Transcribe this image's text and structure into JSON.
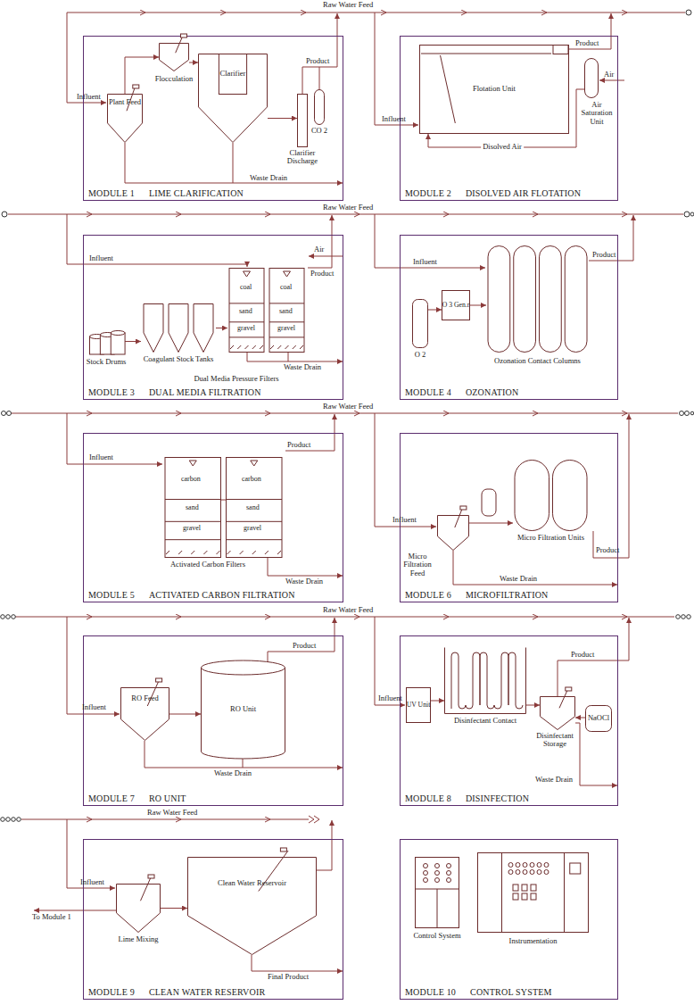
{
  "diagram": {
    "nodes": [
      {
        "text": [
          "MODULE 1",
          "LIME CLARIFICATION"
        ]
      },
      {
        "text": [
          "Plant Feed"
        ],
        "in": 0
      },
      {
        "text": [
          "Flocculation"
        ],
        "in": 0
      },
      {
        "text": [
          "Clarifier"
        ],
        "in": 0
      },
      {
        "text": [
          "Clarifier Discharge"
        ],
        "in": 0
      },
      {
        "text": [
          "CO 2"
        ],
        "in": 0
      },
      {
        "text": [
          "MODULE 2",
          "DISOLVED AIR FLOTATION"
        ]
      },
      {
        "text": [
          "Flotation Unit"
        ],
        "in": 6
      },
      {
        "text": [
          "Air Saturation Unit"
        ],
        "in": 6
      },
      {
        "text": [
          "MODULE 3",
          "DUAL MEDIA FILTRATION"
        ]
      },
      {
        "text": [
          "Stock Drums"
        ],
        "in": 9
      },
      {
        "text": [
          "Coagulant Stock Tanks"
        ],
        "in": 9
      },
      {
        "text": [
          "Dual Media Pressure Filters"
        ],
        "in": 9
      },
      {
        "text": [
          "MODULE 4",
          "OZONATION"
        ]
      },
      {
        "text": [
          "O 2"
        ],
        "in": 13
      },
      {
        "text": [
          "O 3 Gen.r"
        ],
        "in": 13
      },
      {
        "text": [
          "Ozonation Contact Columns"
        ],
        "in": 13
      },
      {
        "text": [
          "MODULE 5",
          "ACTIVATED CARBON FILTRATION"
        ]
      },
      {
        "text": [
          "Activated Carbon Filters"
        ],
        "in": 17
      },
      {
        "text": [
          "MODULE 6",
          "MICROFILTRATION"
        ]
      },
      {
        "text": [
          "Micro Filtration Feed"
        ],
        "in": 19
      },
      {
        "text": [
          "Micro Filtration Units"
        ],
        "in": 19
      },
      {
        "text": [
          "MODULE 7",
          "RO UNIT"
        ]
      },
      {
        "text": [
          "RO Feed"
        ],
        "in": 22
      },
      {
        "text": [
          "RO Unit"
        ],
        "in": 22
      },
      {
        "text": [
          "MODULE 8",
          "DISINFECTION"
        ]
      },
      {
        "text": [
          "UV Unit"
        ],
        "in": 25
      },
      {
        "text": [
          "Disinfectant Contact"
        ],
        "in": 25
      },
      {
        "text": [
          "Disinfectant Storage"
        ],
        "in": 25
      },
      {
        "text": [
          "NaOCl"
        ],
        "in": 25
      },
      {
        "text": [
          "MODULE 9",
          "CLEAN WATER RESERVOIR"
        ]
      },
      {
        "text": [
          "Lime Mixing"
        ],
        "in": 30
      },
      {
        "text": [
          "Clean Water Reservoir"
        ],
        "in": 30
      },
      {
        "text": [
          "MODULE 10",
          "CONTROL SYSTEM"
        ]
      },
      {
        "text": [
          "Control System"
        ],
        "in": 33
      },
      {
        "text": [
          "Instrumentation"
        ],
        "in": 33
      }
    ],
    "edges": [
      {
        "from": 1,
        "to": 2,
        "arrow": "to"
      },
      {
        "from": 2,
        "to": 3,
        "arrow": "to"
      },
      {
        "from": 3,
        "to": 4,
        "arrow": "to"
      },
      {
        "from": 8,
        "to": 7,
        "label": "Disolved Air",
        "arrow": "to"
      },
      {
        "from": 10,
        "to": 11,
        "arrow": "to"
      },
      {
        "from": 11,
        "to": 12,
        "arrow": "to"
      },
      {
        "from": 14,
        "to": 15,
        "arrow": "to"
      },
      {
        "from": 15,
        "to": 16,
        "arrow": "to"
      },
      {
        "from": 20,
        "to": 21,
        "arrow": "to"
      },
      {
        "from": 23,
        "to": 24,
        "arrow": "to"
      },
      {
        "from": 26,
        "to": 27,
        "arrow": "to"
      },
      {
        "from": 27,
        "to": 28,
        "arrow": "to"
      },
      {
        "from": 29,
        "to": 28,
        "arrow": "to"
      },
      {
        "from": 31,
        "to": 32,
        "arrow": "to"
      }
    ],
    "labels": [
      "Raw Water Feed",
      "Influent",
      "Product",
      "Waste Drain",
      "Influent",
      "Product",
      "Air",
      "Raw Water Feed",
      "Influent",
      "Air",
      "Product",
      "Waste Drain",
      "coal",
      "sand",
      "gravel",
      "coal",
      "sand",
      "gravel",
      "Influent",
      "Product",
      "Raw Water Feed",
      "Influent",
      "Product",
      "carbon",
      "sand",
      "gravel",
      "carbon",
      "sand",
      "gravel",
      "Waste Drain",
      "Influent",
      "Product",
      "Waste Drain",
      "Raw Water Feed",
      "Influent",
      "Product",
      "Waste Drain",
      "Influent",
      "Product",
      "Waste Drain",
      "Raw Water Feed",
      "Influent",
      "To Module 1",
      "Final Product"
    ]
  }
}
